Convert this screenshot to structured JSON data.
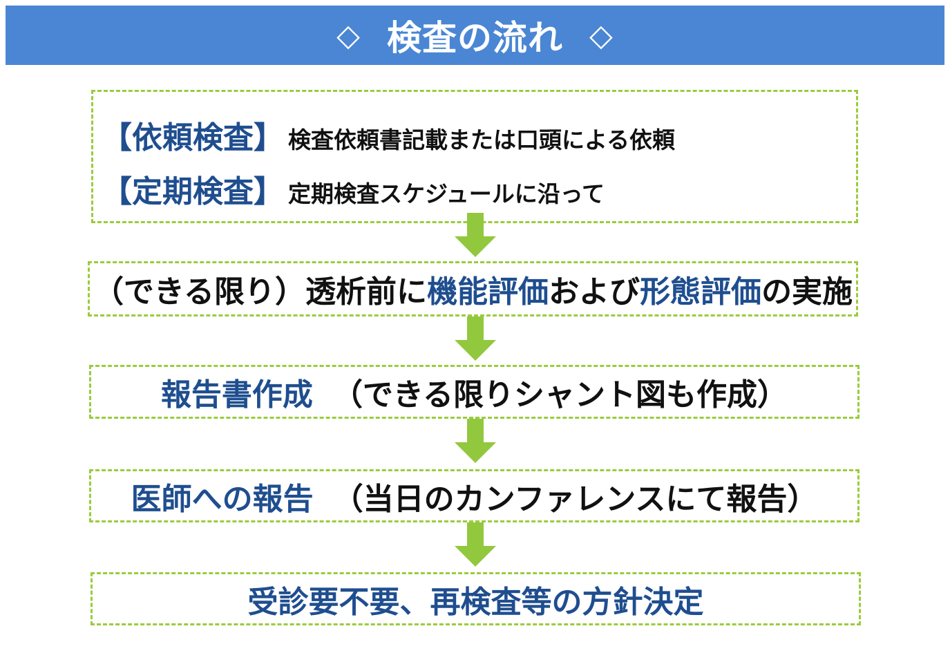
{
  "header": {
    "title": "検査の流れ",
    "left_symbol": "◇",
    "right_symbol": "◇",
    "color": "#4a86d4"
  },
  "steps": [
    {
      "rows": [
        {
          "tag": "【依頼検査】",
          "text": "検査依頼書記載または口頭による依頼"
        },
        {
          "tag": "【定期検査】",
          "text": "定期検査スケジュールに沿って"
        }
      ]
    },
    {
      "parts": [
        {
          "text": "（できる限り）透析前に",
          "style": "dark"
        },
        {
          "text": "機能評価",
          "style": "blue"
        },
        {
          "text": "および",
          "style": "dark"
        },
        {
          "text": "形態評価",
          "style": "blue"
        },
        {
          "text": "の実施",
          "style": "dark"
        }
      ]
    },
    {
      "main": "報告書作成",
      "sub": "（できる限りシャント図も作成）"
    },
    {
      "main": "医師への報告",
      "sub": "（当日のカンファレンスにて報告）"
    },
    {
      "main": "受診要不要、再検査等の方針決定"
    }
  ],
  "colors": {
    "accent_blue": "#1f4e8f",
    "border_green": "#9bcb3b",
    "arrow_green": "#92c83e"
  },
  "icons": {
    "arrow": "down-arrow-icon"
  }
}
